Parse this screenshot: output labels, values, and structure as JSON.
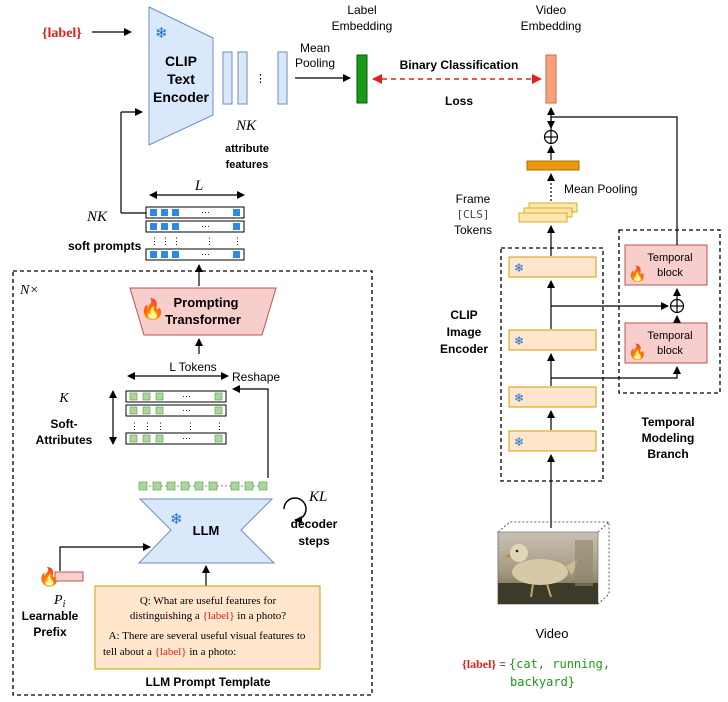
{
  "label_input": "{label}",
  "text_encoder": {
    "line1": "CLIP",
    "line2": "Text",
    "line3": "Encoder"
  },
  "nk_label": "NK",
  "attribute_features": {
    "line1": "attribute",
    "line2": "features"
  },
  "mean_pooling_text": {
    "line1": "Mean",
    "line2": "Pooling"
  },
  "label_embedding": {
    "line1": "Label",
    "line2": "Embedding"
  },
  "video_embedding": {
    "line1": "Video",
    "line2": "Embedding"
  },
  "binary_classification": "Binary Classification",
  "loss": "Loss",
  "soft_prompts": {
    "width_label": "L",
    "height_label": "NK",
    "caption": "soft prompts"
  },
  "frame_tokens": {
    "line1": "Frame",
    "line2": "[CLS]",
    "line3": "Tokens"
  },
  "mean_pooling_video": "Mean Pooling",
  "image_encoder": {
    "line1": "CLIP",
    "line2": "Image",
    "line3": "Encoder"
  },
  "temporal_block_label": {
    "line1": "Temporal",
    "line2": "block"
  },
  "temporal_branch": {
    "line1": "Temporal",
    "line2": "Modeling",
    "line3": "Branch"
  },
  "n_times": "N×",
  "prompting_transformer": {
    "line1": "Prompting",
    "line2": "Transformer"
  },
  "l_tokens": "L Tokens",
  "soft_attributes": {
    "k_label": "K",
    "line1": "Soft-",
    "line2": "Attributes"
  },
  "reshape": "Reshape",
  "kl_label": "KL",
  "decoder_steps": {
    "line1": "decoder",
    "line2": "steps"
  },
  "llm": "LLM",
  "prefix": {
    "symbol": "P",
    "subscript": "i",
    "line1": "Learnable",
    "line2": "Prefix"
  },
  "prompt_template": {
    "q_line1": "Q: What are useful features for",
    "q_line2_pre": "distinguishing a ",
    "q_label": "{label}",
    "q_line2_post": " in a photo?",
    "a_line1": "A: There are several useful visual features to",
    "a_line2_pre": "tell about a ",
    "a_label": "{label}",
    "a_line2_post": " in a photo:",
    "caption": "LLM Prompt Template"
  },
  "video": {
    "caption": "Video",
    "label_key": "{label}",
    "equals": " = ",
    "set_line1": "{cat, running,",
    "set_line2": "backyard}"
  },
  "colors": {
    "label_red": "#e0201b",
    "encoder_blue": "#dae8fc",
    "token_blue": "#2b8ae6",
    "label_embed_green": "#1a9a1a",
    "video_embed_orange": "#f7a07a",
    "image_encoder_fill": "#ffe6cc",
    "temporal_fill": "#f8cecc",
    "frame_token_fill": "#fde6b0",
    "mean_pool_bar": "#e89a0c",
    "soft_attr_green": "#a9d89a",
    "prompt_template_fill": "#ffe6cc",
    "dashed_arrow": "#e0201b"
  }
}
